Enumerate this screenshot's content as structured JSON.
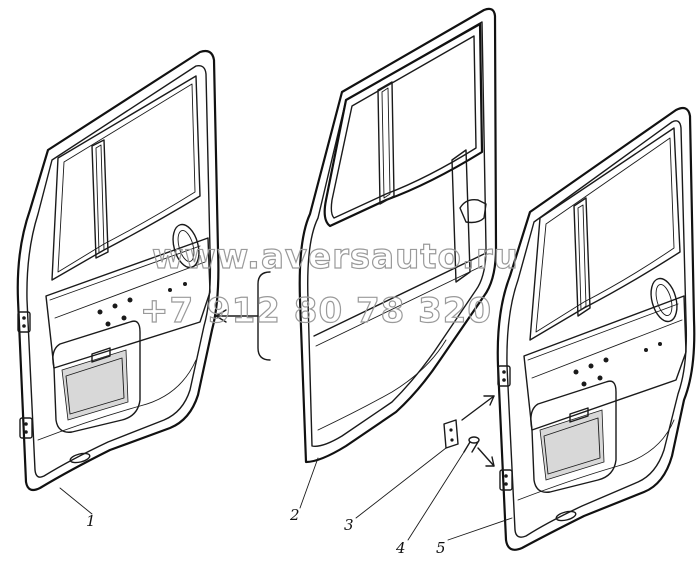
{
  "diagram": {
    "parts": [
      {
        "id": "1",
        "label": "1"
      },
      {
        "id": "2",
        "label": "2"
      },
      {
        "id": "3",
        "label": "3"
      },
      {
        "id": "4",
        "label": "4"
      },
      {
        "id": "5",
        "label": "5"
      }
    ],
    "watermark": {
      "line1": "www.aversauto.ru",
      "line2": "+7 912 80 78 320"
    }
  }
}
